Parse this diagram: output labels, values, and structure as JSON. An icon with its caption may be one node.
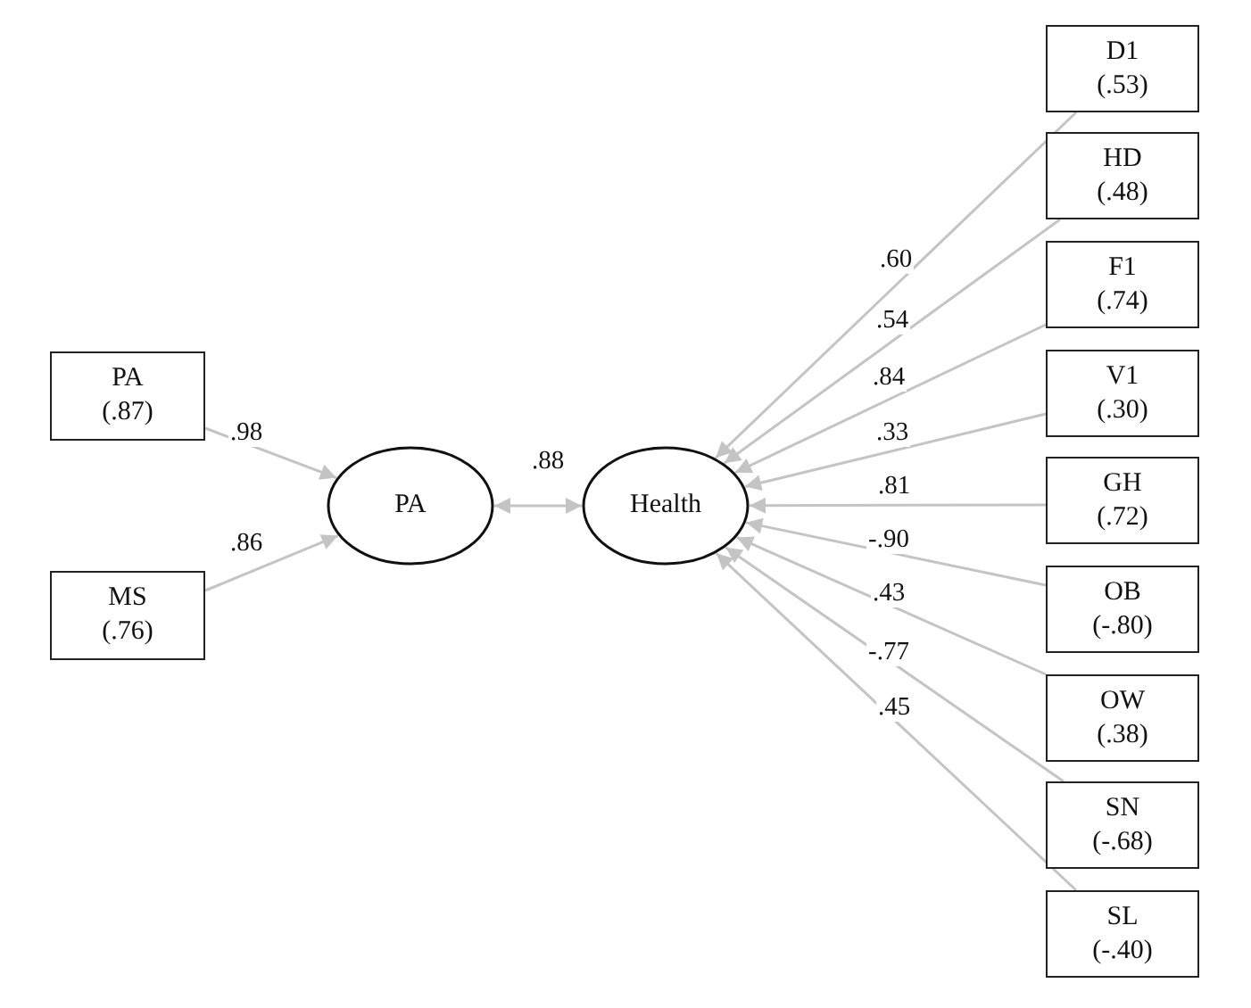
{
  "diagram": {
    "nodes": [
      {
        "text": [
          "PA",
          "(.87)"
        ]
      },
      {
        "text": [
          "MS",
          "(.76)"
        ]
      },
      {
        "text": [
          "PA"
        ]
      },
      {
        "text": [
          "Health"
        ]
      },
      {
        "text": [
          "D1",
          "(.53)"
        ]
      },
      {
        "text": [
          "HD",
          "(.48)"
        ]
      },
      {
        "text": [
          "F1",
          "(.74)"
        ]
      },
      {
        "text": [
          "V1",
          "(.30)"
        ]
      },
      {
        "text": [
          "GH",
          "(.72)"
        ]
      },
      {
        "text": [
          "OB",
          "(-.80)"
        ]
      },
      {
        "text": [
          "OW",
          "(.38)"
        ]
      },
      {
        "text": [
          "SN",
          "(-.68)"
        ]
      },
      {
        "text": [
          "SL",
          "(-.40)"
        ]
      }
    ],
    "edges": [
      {
        "from": 0,
        "to": 2,
        "arrow": "to",
        "label": ".98"
      },
      {
        "from": 1,
        "to": 2,
        "arrow": "to",
        "label": ".86"
      },
      {
        "from": 2,
        "to": 3,
        "arrow": "both",
        "label": ".88"
      },
      {
        "from": 4,
        "to": 3,
        "arrow": "to",
        "label": ".60"
      },
      {
        "from": 5,
        "to": 3,
        "arrow": "to",
        "label": ".54"
      },
      {
        "from": 6,
        "to": 3,
        "arrow": "to",
        "label": ".84"
      },
      {
        "from": 7,
        "to": 3,
        "arrow": "to",
        "label": ".33"
      },
      {
        "from": 8,
        "to": 3,
        "arrow": "to",
        "label": ".81"
      },
      {
        "from": 9,
        "to": 3,
        "arrow": "to",
        "label": "-.90"
      },
      {
        "from": 10,
        "to": 3,
        "arrow": "to",
        "label": ".43"
      },
      {
        "from": 11,
        "to": 3,
        "arrow": "to",
        "label": "-.77"
      },
      {
        "from": 12,
        "to": 3,
        "arrow": "to",
        "label": ".45"
      }
    ]
  }
}
